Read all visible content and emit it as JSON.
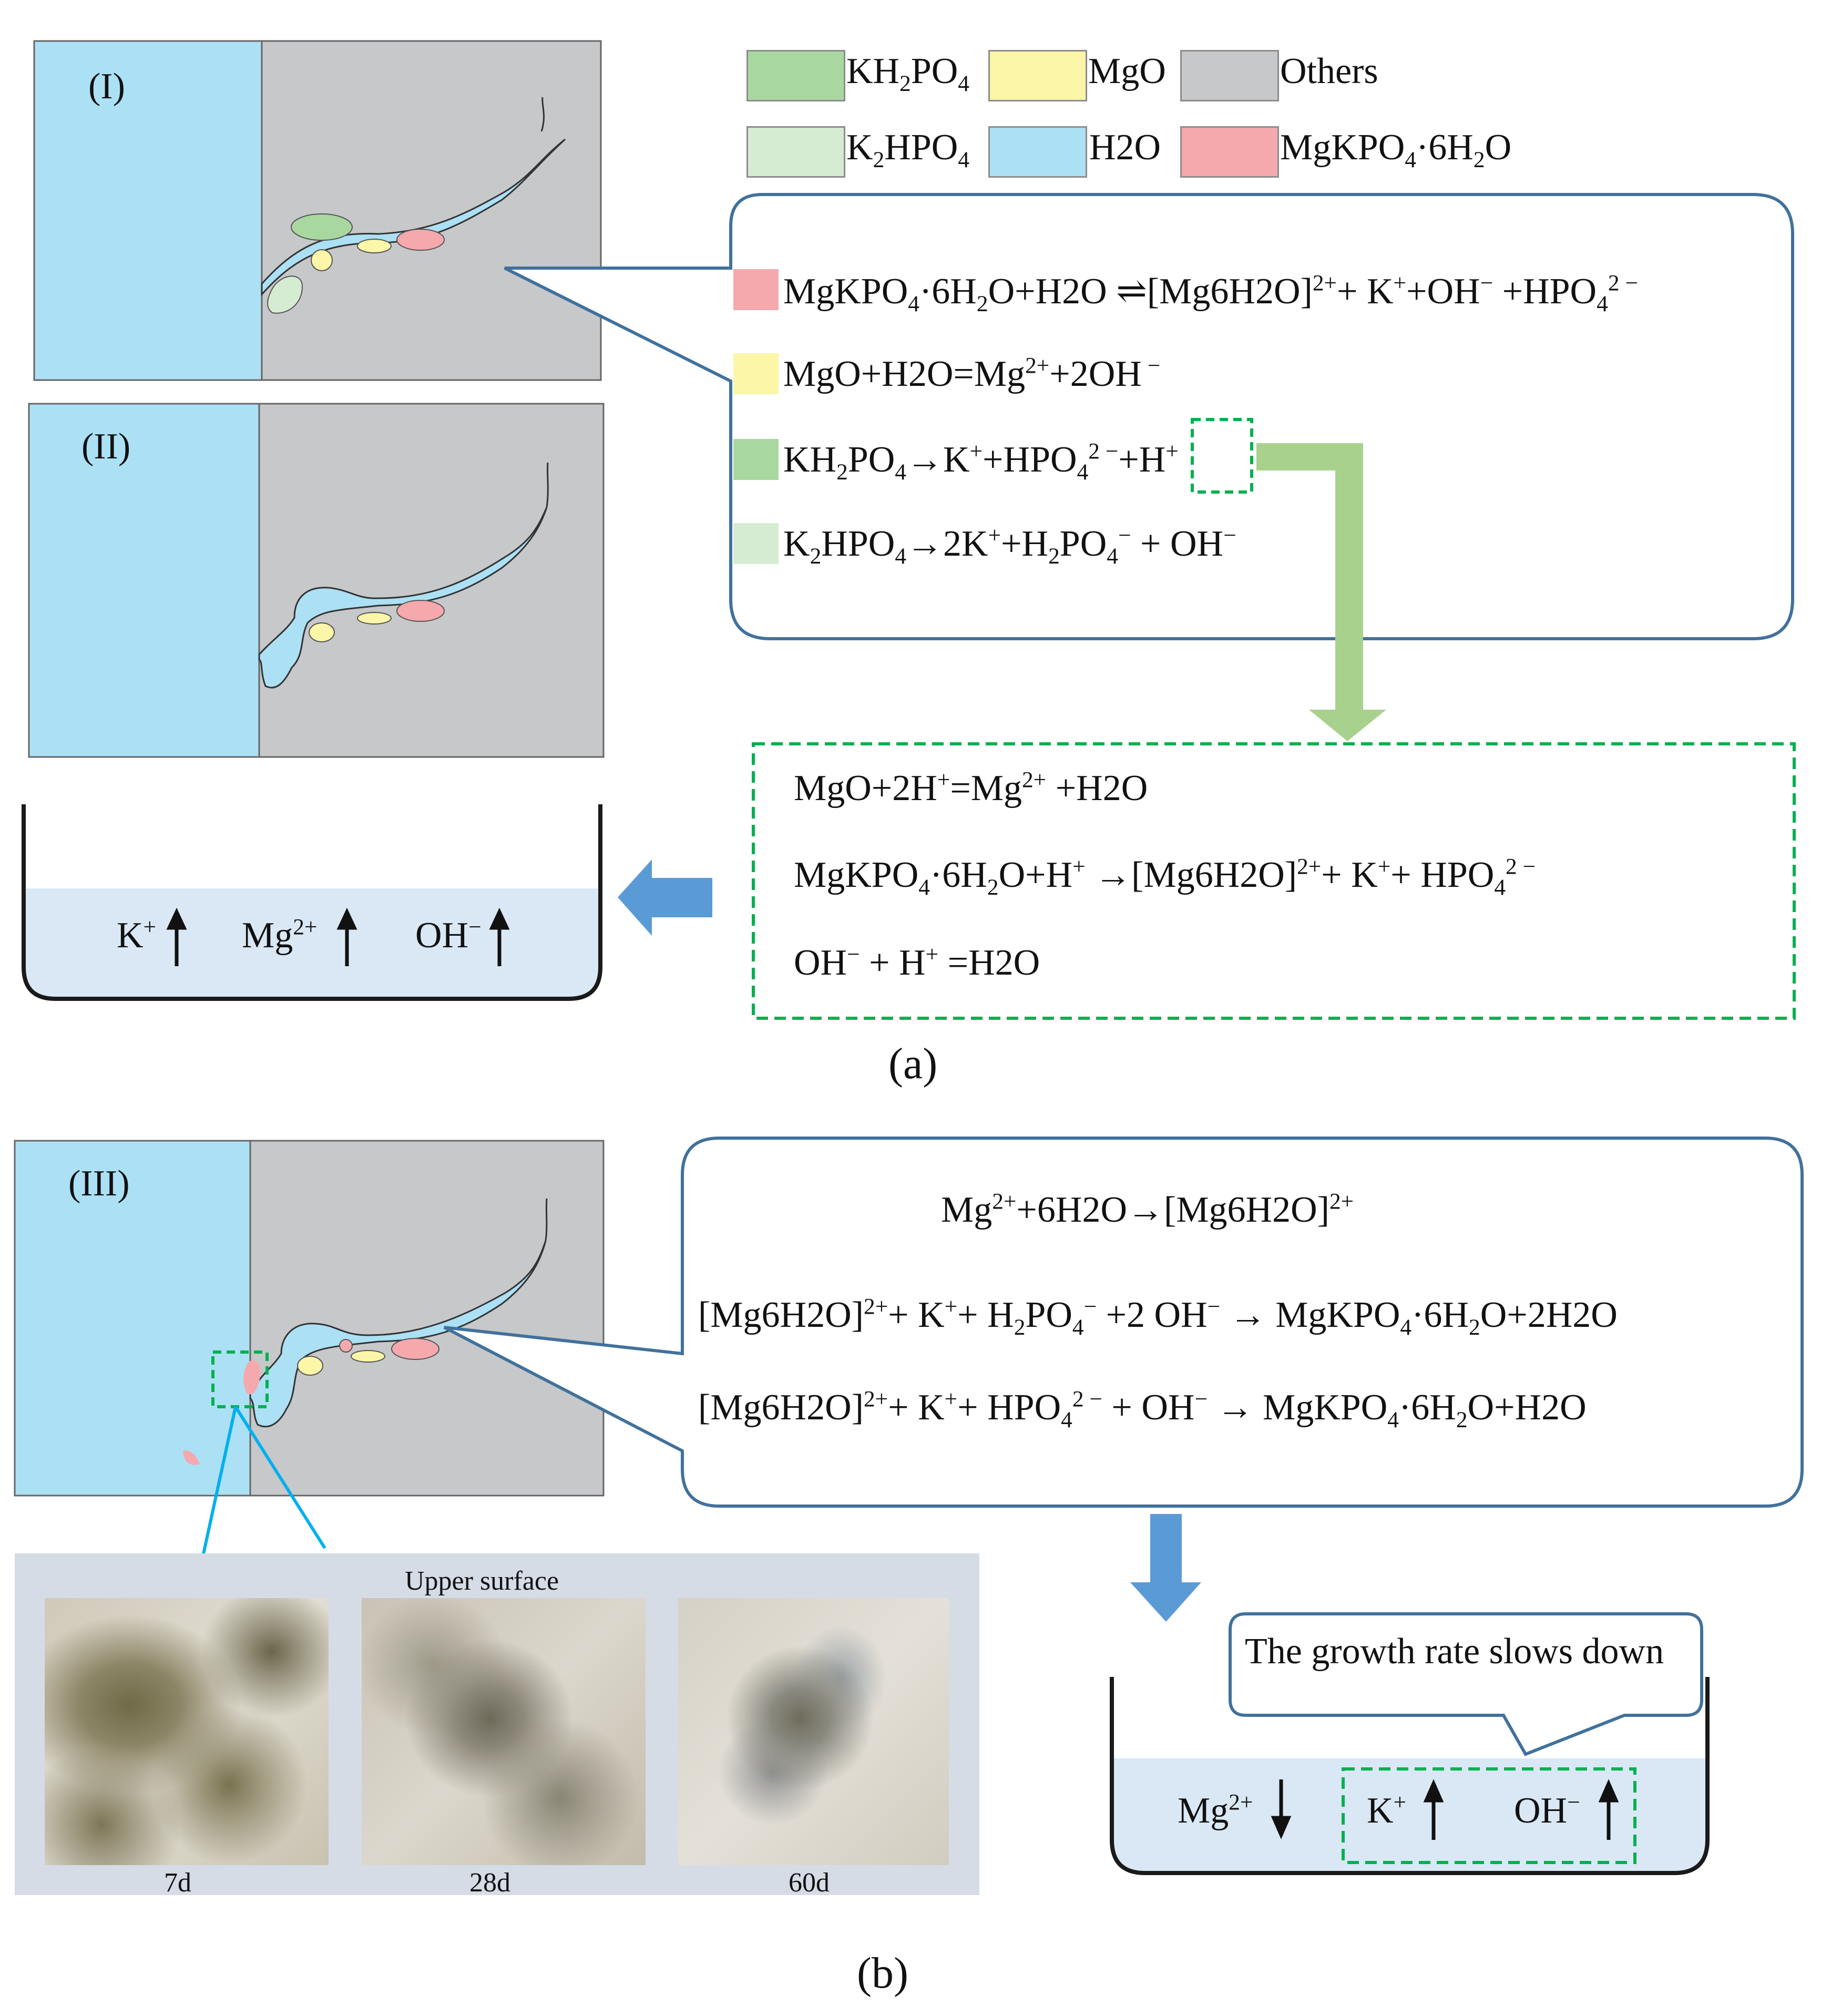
{
  "legend": {
    "items": [
      {
        "key": "kh2po4",
        "color": "#a8d8a0"
      },
      {
        "key": "mgo",
        "color": "#fbf6a8"
      },
      {
        "key": "others",
        "label": "Others",
        "color": "#c7c8ca"
      },
      {
        "key": "k2hpo4",
        "color": "#d6ecd2"
      },
      {
        "key": "h2o",
        "label": "H2O",
        "color": "#ace0f5"
      },
      {
        "key": "mgkpo4",
        "color": "#f5a9ad"
      }
    ],
    "t_kh": "KH",
    "t_2": "2",
    "t_po": "PO",
    "t_4": "4",
    "t_mgo": "MgO",
    "t_k": "K",
    "t_hpo": "HPO",
    "t_mgkpo": "MgKPO",
    "t_dot6h": "·6H",
    "t_o": "O"
  },
  "panels": {
    "p1_label": "(I)",
    "p2_label": "(II)",
    "p3_label": "(III)"
  },
  "equations_a": {
    "mgkpo_diss": {
      "pre": "MgKPO",
      "s4": "4",
      "mid": "·6H",
      "s2": "2",
      "post": "O+H2O ⇌[Mg6H2O]",
      "sup2": "2+",
      "k": "+ K",
      "plus": "+",
      "oh": "+OH",
      "minus": "−",
      "hpo": " +HPO",
      "s4b": "4",
      "sup2m": "2 −"
    },
    "mgo_diss": {
      "pre": "MgO+H2O=Mg",
      "sup": "2+",
      "post": "+2OH",
      "minus": " −"
    },
    "kh2po4_diss": {
      "pre": "KH",
      "s2": "2",
      "po": "PO",
      "s4": "4",
      "arrow": "→K",
      "plus": "+",
      "hpo": "+HPO",
      "s4b": "4",
      "sup2m": "2 −",
      "tail": "+",
      "h": "H",
      "hplus": "+"
    },
    "k2hpo4_diss": {
      "pre": "K",
      "s2": "2",
      "hpo": "HPO",
      "s4": "4",
      "arrow": "→2K",
      "plus": "+",
      "h2po": "+H",
      "s2b": "2",
      "po": "PO",
      "s4b": "4",
      "minus": "−",
      "oh": " + OH",
      "minus2": "−"
    }
  },
  "equations_h": {
    "l1": {
      "pre": "MgO+2H",
      "plus": "+",
      "mid": "=Mg",
      "sup": "2+",
      "post": " +H2O"
    },
    "l2": {
      "pre": "MgKPO",
      "s4": "4",
      "mid": "·6H",
      "s2": "2",
      "post": "O+H",
      "plus": "+",
      "arrow": " →[Mg6H2O]",
      "sup": "2+",
      "k": "+ K",
      "kp": "+",
      "hpo": "+ HPO",
      "s4b": "4",
      "sup2m": "2 −"
    },
    "l3": {
      "pre": "OH",
      "minus": "−",
      "mid": " + H",
      "plus": "+",
      "post": " =H2O"
    }
  },
  "beaker_a": {
    "k": "K",
    "kp": "+",
    "mg": "Mg",
    "mgs": "2+",
    "oh": "OH",
    "ohm": "−"
  },
  "caption_a": "(a)",
  "equations_b": {
    "l1": {
      "pre": "Mg",
      "sup": "2+",
      "mid": "+6H2O→[Mg6H2O]",
      "sup2": "2+"
    },
    "l2": {
      "pre": "[Mg6H2O]",
      "sup": "2+",
      "k": "+ K",
      "kp": "+",
      "h2po": "+ H",
      "s2": "2",
      "po": "PO",
      "s4": "4",
      "m": "−",
      "oh": " +2 OH",
      "m2": "−",
      "arrow": " → MgKPO",
      "s4b": "4",
      "mid": "·6H",
      "s2b": "2",
      "post": "O+2H2O"
    },
    "l3": {
      "pre": "[Mg6H2O]",
      "sup": "2+",
      "k": "+ K",
      "kp": "+",
      "hpo": "+ HPO",
      "s4": "4",
      "sup2m": "2 −",
      "oh": " + OH",
      "m": "−",
      "arrow": " → MgKPO",
      "s4b": "4",
      "mid": "·6H",
      "s2": "2",
      "post": "O+H2O"
    }
  },
  "photos": {
    "title": "Upper surface",
    "labels": [
      "7d",
      "28d",
      "60d"
    ]
  },
  "beaker_b": {
    "mg": "Mg",
    "mgs": "2+",
    "k": "K",
    "kp": "+",
    "oh": "OH",
    "ohm": "−"
  },
  "callout": "The growth rate slows down",
  "caption_b": "(b)"
}
